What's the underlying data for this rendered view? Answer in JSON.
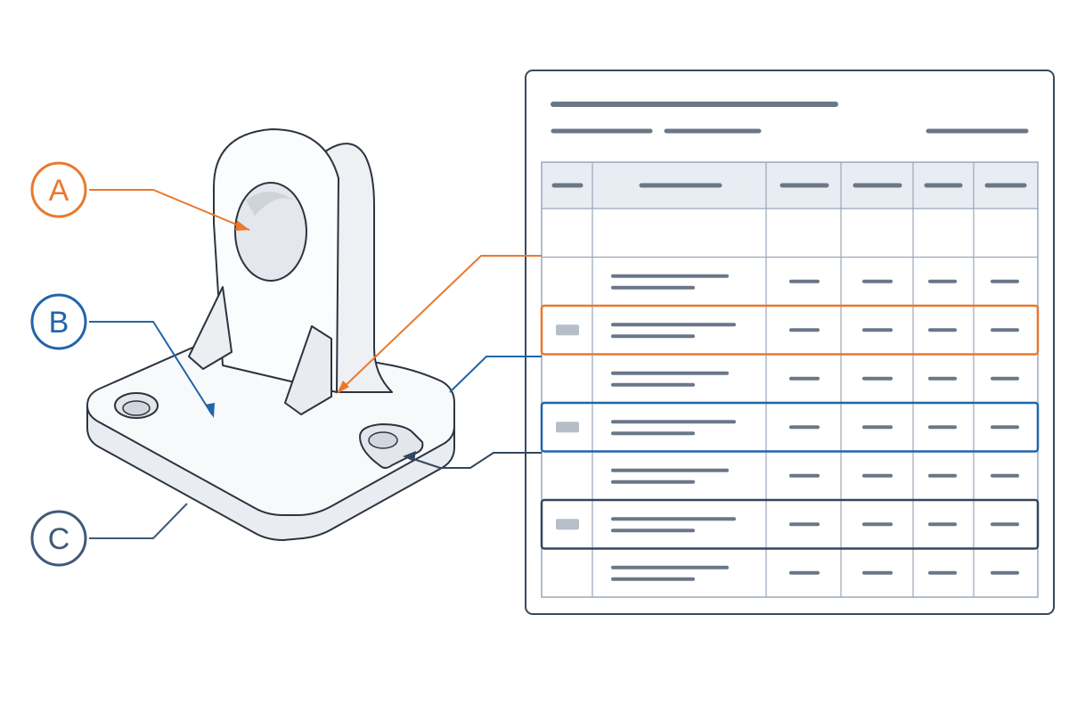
{
  "callouts": [
    {
      "id": "A",
      "label": "A",
      "color": "#e8792d"
    },
    {
      "id": "B",
      "label": "B",
      "color": "#2165a8"
    },
    {
      "id": "C",
      "label": "C",
      "color": "#3f5a78"
    }
  ],
  "colors": {
    "panel_border": "#3a4a5c",
    "placeholder_text": "#6a7787",
    "header_fill": "#e8edf4",
    "grid_line": "#9aa8b8",
    "part_outline": "#2c3440",
    "part_fill": "#f6f7f9",
    "highlight_orange": "#e8792d",
    "highlight_blue": "#2165a8",
    "highlight_navy": "#33475e"
  },
  "icons": {
    "highlighted_row_marker": "gray-square-icon"
  },
  "table": {
    "columns": 6,
    "body_rows": 8,
    "highlighted_rows": [
      {
        "row": 2,
        "callout": "A"
      },
      {
        "row": 4,
        "callout": "B"
      },
      {
        "row": 6,
        "callout": "C"
      }
    ]
  }
}
